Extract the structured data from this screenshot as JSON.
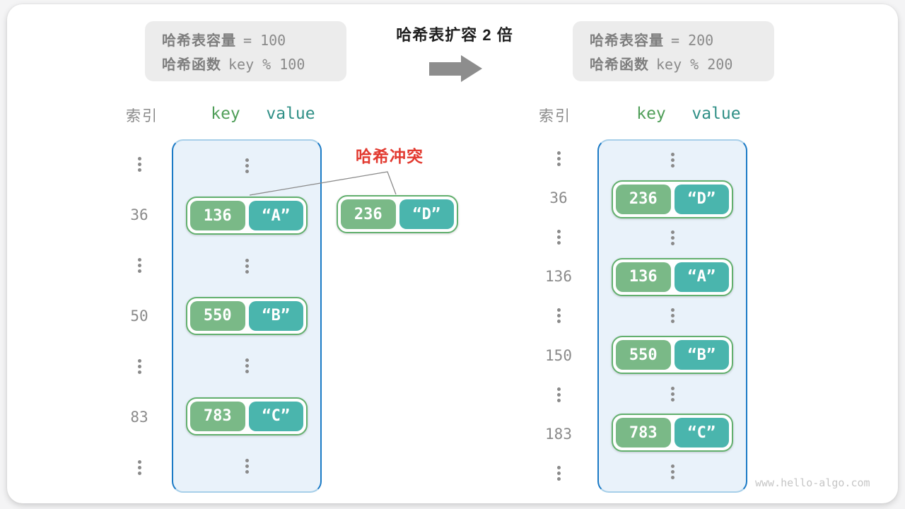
{
  "top": {
    "before_info": {
      "cap_label": "哈希表容量",
      "cap_value": "= 100",
      "fn_label": "哈希函数",
      "fn_value": "key % 100"
    },
    "title": "哈希表扩容 2 倍",
    "after_info": {
      "cap_label": "哈希表容量",
      "cap_value": "= 200",
      "fn_label": "哈希函数",
      "fn_value": "key % 200"
    }
  },
  "before_table": {
    "headers": {
      "index": "索引",
      "key": "key",
      "value": "value"
    },
    "rows": [
      {
        "index": "36",
        "key": "136",
        "value": "“A”"
      },
      {
        "index": "50",
        "key": "550",
        "value": "“B”"
      },
      {
        "index": "83",
        "key": "783",
        "value": "“C”"
      }
    ]
  },
  "collision": {
    "label": "哈希冲突",
    "pair": {
      "key": "236",
      "value": "“D”"
    }
  },
  "after_table": {
    "headers": {
      "index": "索引",
      "key": "key",
      "value": "value"
    },
    "rows": [
      {
        "index": "36",
        "key": "236",
        "value": "“D”"
      },
      {
        "index": "136",
        "key": "136",
        "value": "“A”"
      },
      {
        "index": "150",
        "key": "550",
        "value": "“B”"
      },
      {
        "index": "183",
        "key": "783",
        "value": "“C”"
      }
    ]
  },
  "colors": {
    "key_green": "#7ab987",
    "value_teal": "#4ab5ad",
    "pair_border_green": "#62b06e",
    "table_fill_blue": "#e9f2fa",
    "table_border_blue": "#1b7ac5",
    "collision_red": "#e23a30",
    "arrow_gray": "#8d8d8d"
  },
  "watermark": "www.hello-algo.com"
}
